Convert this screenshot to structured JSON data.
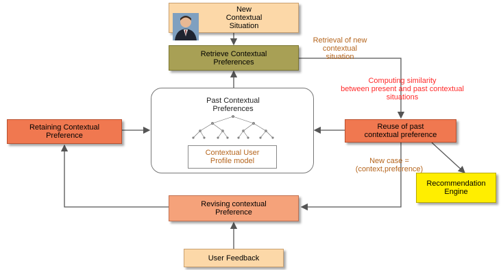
{
  "nodes": {
    "new_situation": "New\nContextual\nSituation",
    "retrieve": "Retrieve Contextual\nPreferences",
    "past": "Past Contextual\nPreferences",
    "profile_model": "Contextual User\nProfile model",
    "retaining": "Retaining Contextual\nPreference",
    "reuse": "Reuse of past\ncontextual preference",
    "recommendation": "Recommendation\nEngine",
    "revising": "Revising contextual\nPreference",
    "feedback": "User Feedback"
  },
  "edge_labels": {
    "retrieval": "Retrieval of new\ncontextual\nsituation",
    "similarity": "Computing similarity\nbetween present and past contextual\nsituations",
    "new_case": "New case =\n(context,preference)"
  },
  "colors": {
    "peach": "#fcd8a8",
    "olive": "#a8a055",
    "orange": "#f07850",
    "salmon": "#f5a27a",
    "yellow": "#ffee00",
    "brown_text": "#b5651d",
    "red_text": "#ff2a2a",
    "line": "#555555"
  }
}
